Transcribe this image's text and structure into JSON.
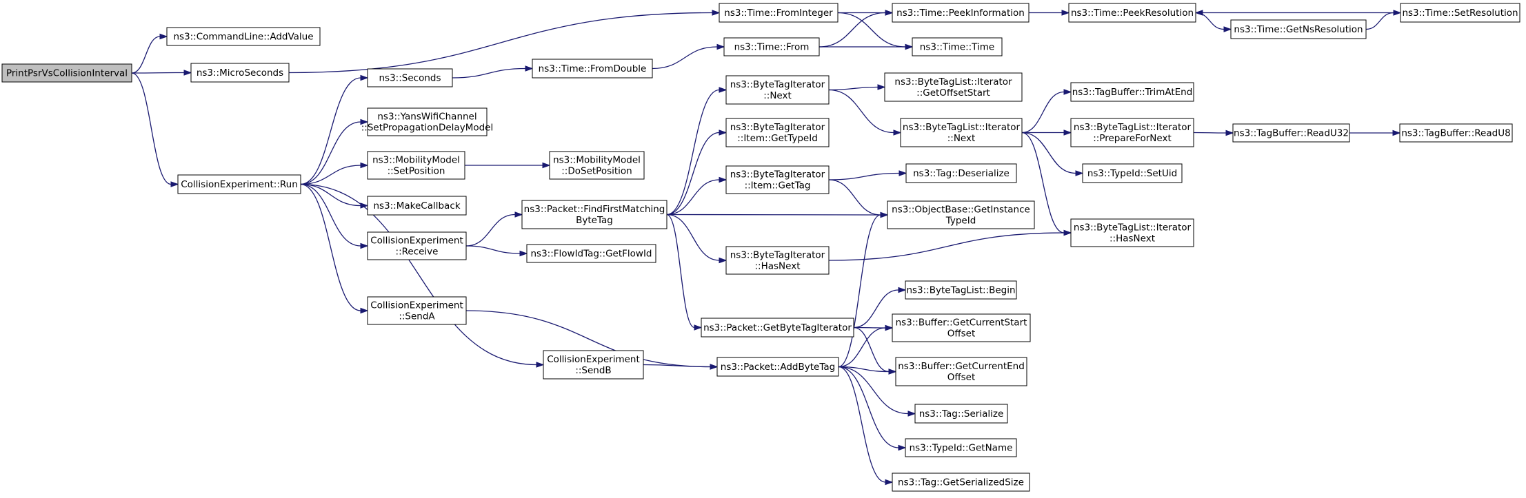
{
  "nodes": [
    {
      "id": "root",
      "lines": [
        "PrintPsrVsCollisionInterval"
      ],
      "root": true
    },
    {
      "id": "cmd_addvalue",
      "lines": [
        "ns3::CommandLine::AddValue"
      ]
    },
    {
      "id": "microseconds",
      "lines": [
        "ns3::MicroSeconds"
      ]
    },
    {
      "id": "run",
      "lines": [
        "CollisionExperiment::Run"
      ]
    },
    {
      "id": "seconds",
      "lines": [
        "ns3::Seconds"
      ]
    },
    {
      "id": "yans",
      "lines": [
        "ns3::YansWifiChannel",
        "::SetPropagationDelayModel"
      ]
    },
    {
      "id": "mob_setpos",
      "lines": [
        "ns3::MobilityModel",
        "::SetPosition"
      ]
    },
    {
      "id": "makecallback",
      "lines": [
        "ns3::MakeCallback"
      ]
    },
    {
      "id": "receive",
      "lines": [
        "CollisionExperiment",
        "::Receive"
      ]
    },
    {
      "id": "senda",
      "lines": [
        "CollisionExperiment",
        "::SendA"
      ]
    },
    {
      "id": "sendb",
      "lines": [
        "CollisionExperiment",
        "::SendB"
      ]
    },
    {
      "id": "fromdouble",
      "lines": [
        "ns3::Time::FromDouble"
      ]
    },
    {
      "id": "mob_dosetpos",
      "lines": [
        "ns3::MobilityModel",
        "::DoSetPosition"
      ]
    },
    {
      "id": "findfirst",
      "lines": [
        "ns3::Packet::FindFirstMatching",
        "ByteTag"
      ]
    },
    {
      "id": "flowid",
      "lines": [
        "ns3::FlowIdTag::GetFlowId"
      ]
    },
    {
      "id": "fromint",
      "lines": [
        "ns3::Time::FromInteger"
      ]
    },
    {
      "id": "from",
      "lines": [
        "ns3::Time::From"
      ]
    },
    {
      "id": "bti_next",
      "lines": [
        "ns3::ByteTagIterator",
        "::Next"
      ]
    },
    {
      "id": "bti_gettypeid",
      "lines": [
        "ns3::ByteTagIterator",
        "::Item::GetTypeId"
      ]
    },
    {
      "id": "bti_gettag",
      "lines": [
        "ns3::ByteTagIterator",
        "::Item::GetTag"
      ]
    },
    {
      "id": "bti_hasnext",
      "lines": [
        "ns3::ByteTagIterator",
        "::HasNext"
      ]
    },
    {
      "id": "getbytetagiter",
      "lines": [
        "ns3::Packet::GetByteTagIterator"
      ]
    },
    {
      "id": "addbytetag",
      "lines": [
        "ns3::Packet::AddByteTag"
      ]
    },
    {
      "id": "peekinfo",
      "lines": [
        "ns3::Time::PeekInformation"
      ]
    },
    {
      "id": "time",
      "lines": [
        "ns3::Time::Time"
      ]
    },
    {
      "id": "btl_getoffset",
      "lines": [
        "ns3::ByteTagList::Iterator",
        "::GetOffsetStart"
      ]
    },
    {
      "id": "btl_next",
      "lines": [
        "ns3::ByteTagList::Iterator",
        "::Next"
      ]
    },
    {
      "id": "tag_deser",
      "lines": [
        "ns3::Tag::Deserialize"
      ]
    },
    {
      "id": "getinstancetypeid",
      "lines": [
        "ns3::ObjectBase::GetInstance",
        "TypeId"
      ]
    },
    {
      "id": "btl_begin",
      "lines": [
        "ns3::ByteTagList::Begin"
      ]
    },
    {
      "id": "buf_start",
      "lines": [
        "ns3::Buffer::GetCurrentStart",
        "Offset"
      ]
    },
    {
      "id": "buf_end",
      "lines": [
        "ns3::Buffer::GetCurrentEnd",
        "Offset"
      ]
    },
    {
      "id": "tag_ser",
      "lines": [
        "ns3::Tag::Serialize"
      ]
    },
    {
      "id": "typeid_getname",
      "lines": [
        "ns3::TypeId::GetName"
      ]
    },
    {
      "id": "tag_getsize",
      "lines": [
        "ns3::Tag::GetSerializedSize"
      ]
    },
    {
      "id": "peekres",
      "lines": [
        "ns3::Time::PeekResolution"
      ]
    },
    {
      "id": "getnsres",
      "lines": [
        "ns3::Time::GetNsResolution"
      ]
    },
    {
      "id": "setres",
      "lines": [
        "ns3::Time::SetResolution"
      ]
    },
    {
      "id": "tb_trim",
      "lines": [
        "ns3::TagBuffer::TrimAtEnd"
      ]
    },
    {
      "id": "btl_prepare",
      "lines": [
        "ns3::ByteTagList::Iterator",
        "::PrepareForNext"
      ]
    },
    {
      "id": "typeid_setuid",
      "lines": [
        "ns3::TypeId::SetUid"
      ]
    },
    {
      "id": "btl_hasnext",
      "lines": [
        "ns3::ByteTagList::Iterator",
        "::HasNext"
      ]
    },
    {
      "id": "tb_readu32",
      "lines": [
        "ns3::TagBuffer::ReadU32"
      ]
    },
    {
      "id": "tb_readu8",
      "lines": [
        "ns3::TagBuffer::ReadU8"
      ]
    }
  ],
  "edges": [
    [
      "root",
      "cmd_addvalue"
    ],
    [
      "root",
      "microseconds"
    ],
    [
      "root",
      "run"
    ],
    [
      "microseconds",
      "fromint"
    ],
    [
      "run",
      "seconds"
    ],
    [
      "run",
      "yans"
    ],
    [
      "run",
      "mob_setpos"
    ],
    [
      "run",
      "makecallback"
    ],
    [
      "run",
      "receive"
    ],
    [
      "run",
      "senda"
    ],
    [
      "run",
      "sendb"
    ],
    [
      "seconds",
      "fromdouble"
    ],
    [
      "fromdouble",
      "from"
    ],
    [
      "mob_setpos",
      "mob_dosetpos"
    ],
    [
      "receive",
      "findfirst"
    ],
    [
      "receive",
      "flowid"
    ],
    [
      "senda",
      "addbytetag"
    ],
    [
      "sendb",
      "addbytetag"
    ],
    [
      "findfirst",
      "bti_next"
    ],
    [
      "findfirst",
      "bti_gettypeid"
    ],
    [
      "findfirst",
      "bti_gettag"
    ],
    [
      "findfirst",
      "getinstancetypeid"
    ],
    [
      "findfirst",
      "bti_hasnext"
    ],
    [
      "findfirst",
      "getbytetagiter"
    ],
    [
      "fromint",
      "peekinfo"
    ],
    [
      "fromint",
      "time"
    ],
    [
      "from",
      "peekinfo"
    ],
    [
      "from",
      "time"
    ],
    [
      "bti_next",
      "btl_getoffset"
    ],
    [
      "bti_next",
      "btl_next"
    ],
    [
      "bti_gettag",
      "tag_deser"
    ],
    [
      "bti_gettag",
      "getinstancetypeid"
    ],
    [
      "bti_hasnext",
      "btl_hasnext"
    ],
    [
      "getbytetagiter",
      "btl_begin"
    ],
    [
      "getbytetagiter",
      "buf_start"
    ],
    [
      "getbytetagiter",
      "buf_end"
    ],
    [
      "addbytetag",
      "getinstancetypeid"
    ],
    [
      "addbytetag",
      "buf_start"
    ],
    [
      "addbytetag",
      "buf_end"
    ],
    [
      "addbytetag",
      "tag_ser"
    ],
    [
      "addbytetag",
      "typeid_getname"
    ],
    [
      "addbytetag",
      "tag_getsize"
    ],
    [
      "peekinfo",
      "peekres"
    ],
    [
      "peekres",
      "getnsres"
    ],
    [
      "getnsres",
      "setres"
    ],
    [
      "setres",
      "peekres"
    ],
    [
      "btl_next",
      "tb_trim"
    ],
    [
      "btl_next",
      "btl_prepare"
    ],
    [
      "btl_next",
      "typeid_setuid"
    ],
    [
      "btl_next",
      "btl_hasnext"
    ],
    [
      "btl_prepare",
      "tb_readu32"
    ],
    [
      "tb_readu32",
      "tb_readu8"
    ]
  ]
}
